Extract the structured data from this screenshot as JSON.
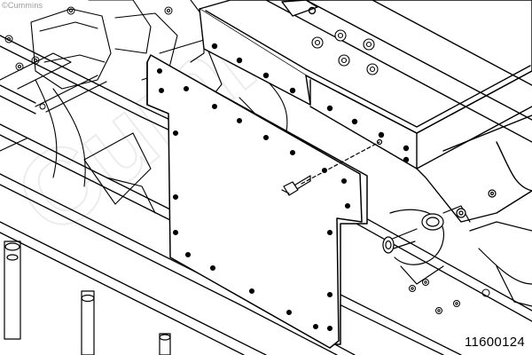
{
  "watermark": {
    "copyright": "©Cummins",
    "logo_lettering": "Cummins"
  },
  "figure": {
    "number": "11600124"
  },
  "colors": {
    "ink": "#000000",
    "paper": "#ffffff",
    "watermark": "#cfcfcf"
  }
}
